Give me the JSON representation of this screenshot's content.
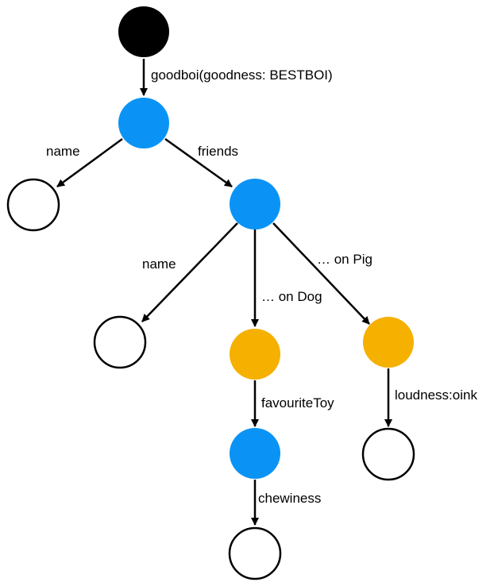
{
  "colors": {
    "root": "#000000",
    "object": "#0a93f5",
    "fragment": "#f5b000",
    "leaf": "#ffffff",
    "stroke": "#000000"
  },
  "nodes": [
    {
      "id": "root",
      "kind": "root"
    },
    {
      "id": "goodboi",
      "kind": "object"
    },
    {
      "id": "goodboi-name",
      "kind": "leaf"
    },
    {
      "id": "friends",
      "kind": "object"
    },
    {
      "id": "friends-name",
      "kind": "leaf"
    },
    {
      "id": "dog-fragment",
      "kind": "fragment"
    },
    {
      "id": "pig-fragment",
      "kind": "fragment"
    },
    {
      "id": "favourite-toy",
      "kind": "object"
    },
    {
      "id": "loudness",
      "kind": "leaf"
    },
    {
      "id": "chewiness",
      "kind": "leaf"
    }
  ],
  "edges": [
    {
      "id": "e-goodboi",
      "from": "root",
      "to": "goodboi",
      "label": "goodboi(goodness: BESTBOI)"
    },
    {
      "id": "e-goodboi-name",
      "from": "goodboi",
      "to": "goodboi-name",
      "label": "name"
    },
    {
      "id": "e-friends",
      "from": "goodboi",
      "to": "friends",
      "label": "friends"
    },
    {
      "id": "e-friends-name",
      "from": "friends",
      "to": "friends-name",
      "label": "name"
    },
    {
      "id": "e-on-dog",
      "from": "friends",
      "to": "dog-fragment",
      "label": "… on Dog"
    },
    {
      "id": "e-on-pig",
      "from": "friends",
      "to": "pig-fragment",
      "label": "… on Pig"
    },
    {
      "id": "e-favourite-toy",
      "from": "dog-fragment",
      "to": "favourite-toy",
      "label": "favouriteToy"
    },
    {
      "id": "e-loudness",
      "from": "pig-fragment",
      "to": "loudness",
      "label": "loudness:oink"
    },
    {
      "id": "e-chewiness",
      "from": "favourite-toy",
      "to": "chewiness",
      "label": "chewiness"
    }
  ]
}
